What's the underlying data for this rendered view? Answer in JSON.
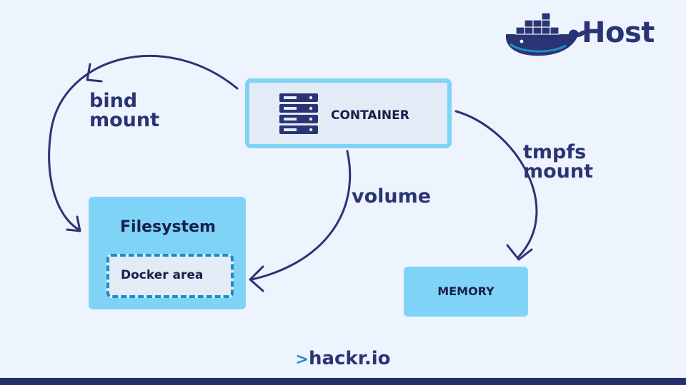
{
  "host": {
    "label": "Host",
    "icon": "docker-whale-icon"
  },
  "container": {
    "label": "CONTAINER",
    "icon": "server-rack-icon"
  },
  "filesystem": {
    "label": "Filesystem",
    "docker_area": "Docker area"
  },
  "memory": {
    "label": "MEMORY"
  },
  "mounts": {
    "bind": {
      "line1": "bind",
      "line2": "mount"
    },
    "tmpfs": {
      "line1": "tmpfs",
      "line2": "mount"
    },
    "volume": {
      "label": "volume"
    }
  },
  "brand": {
    "prefix": ">",
    "name": "hackr.io"
  },
  "colors": {
    "background": "#edf4fd",
    "navy": "#2a3475",
    "light_blue": "#7fd3f7",
    "dashed_blue": "#1b8ec4",
    "box_fill": "#e2ebf6"
  }
}
